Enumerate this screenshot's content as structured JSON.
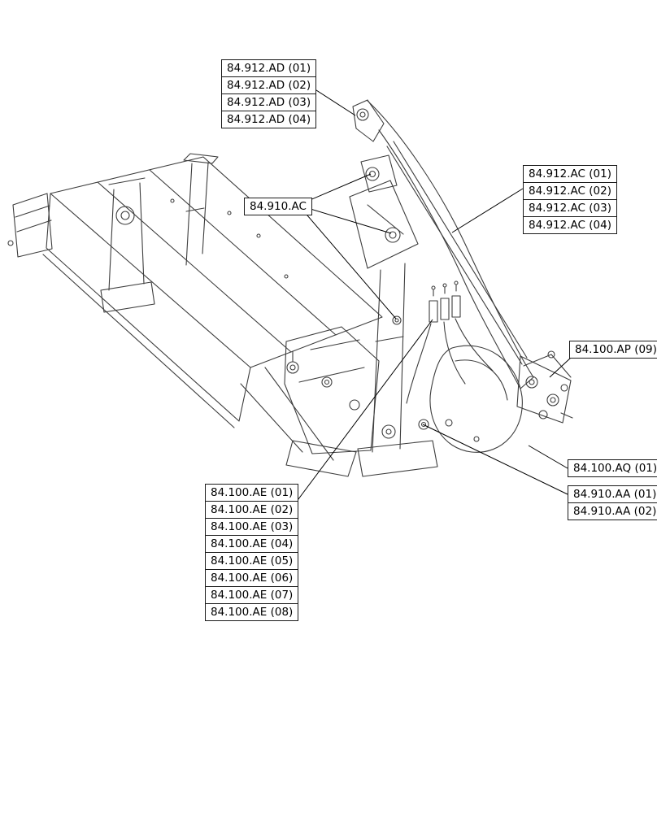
{
  "page": {
    "background": "#ffffff"
  },
  "diagram": {
    "type": "parts-exploded-view",
    "subject": "backhoe loader chassis and backhoe boom line drawing",
    "line_color": "#3d3d3d",
    "leader_color": "#000000"
  },
  "labels": {
    "ad_group": [
      "84.912.AD (01)",
      "84.912.AD (02)",
      "84.912.AD (03)",
      "84.912.AD (04)"
    ],
    "ac910": "84.910.AC",
    "ac_group": [
      "84.912.AC (01)",
      "84.912.AC (02)",
      "84.912.AC (03)",
      "84.912.AC (04)"
    ],
    "ap": "84.100.AP (09)",
    "aq": "84.100.AQ (01)",
    "aa_group": [
      "84.910.AA (01)",
      "84.910.AA (02)"
    ],
    "ae_group": [
      "84.100.AE (01)",
      "84.100.AE (02)",
      "84.100.AE (03)",
      "84.100.AE (04)",
      "84.100.AE (05)",
      "84.100.AE (06)",
      "84.100.AE (07)",
      "84.100.AE (08)"
    ]
  }
}
